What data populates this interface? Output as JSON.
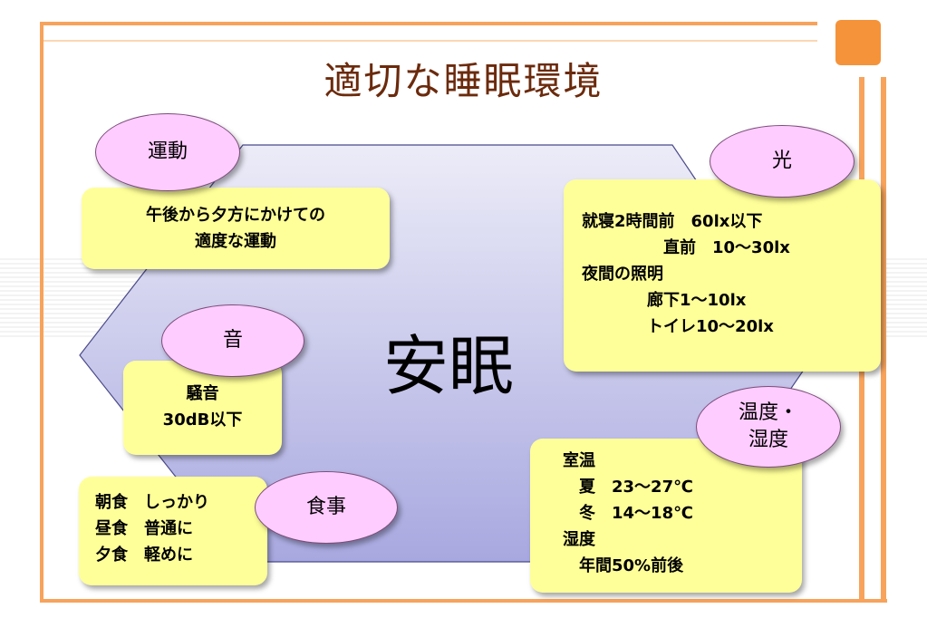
{
  "title": "適切な睡眠環境",
  "center": "安眠",
  "exercise": {
    "label": "運動",
    "lines": [
      "午後から夕方にかけての",
      "適度な運動"
    ]
  },
  "light": {
    "label": "光",
    "lines": [
      "就寝2時間前　60lx以下",
      "　　　　　直前　10〜30lx",
      "夜間の照明",
      "　　　　廊下1〜10lx",
      "　　　　トイレ10〜20lx"
    ]
  },
  "sound": {
    "label": "音",
    "lines": [
      "騒音",
      "30dB以下"
    ]
  },
  "temperature": {
    "label_lines": [
      "温度・",
      "湿度"
    ],
    "lines": [
      "室温",
      "　夏　23〜27℃",
      "　冬　14〜18℃",
      "湿度",
      "　年間50%前後"
    ]
  },
  "meal": {
    "label": "食事",
    "lines": [
      "朝食　しっかり",
      "昼食　普通に",
      "夕食　軽めに"
    ]
  }
}
